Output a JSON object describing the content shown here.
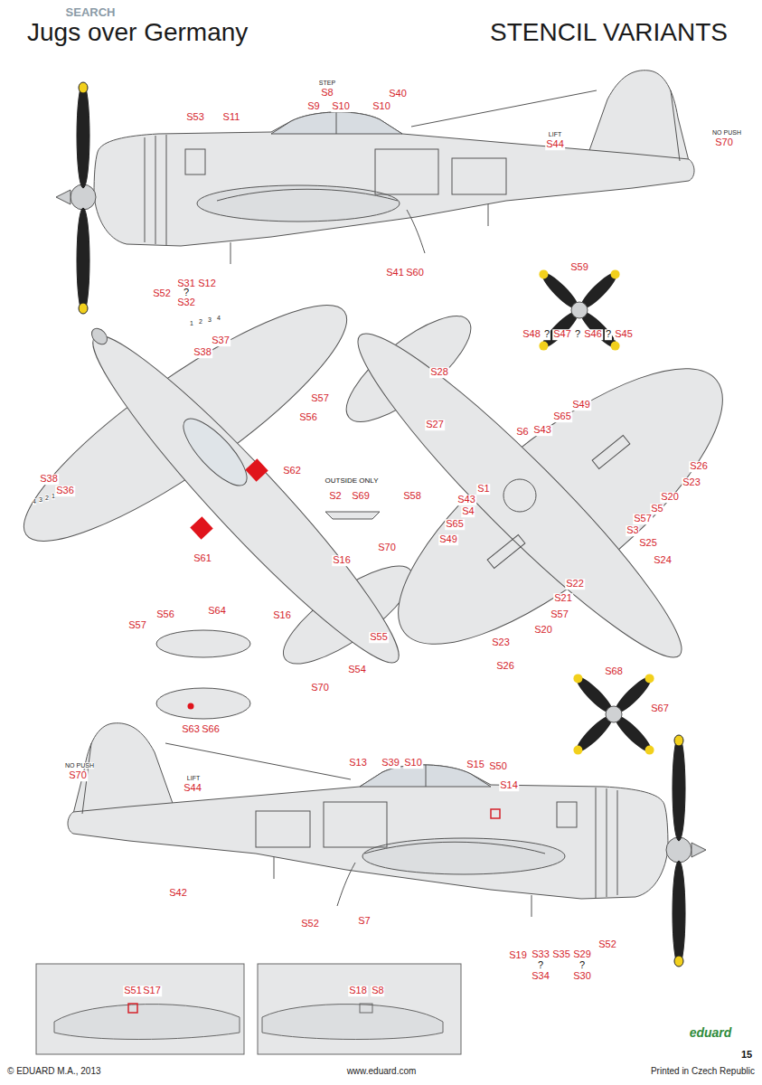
{
  "diagram": {
    "title": "STENCIL VARIANTS",
    "labels": [
      "Jugs over Germany",
      "SEARCH",
      "STEP",
      "S8",
      "S9",
      "S10",
      "S10",
      "S40",
      "S53",
      "S11",
      "LIFT",
      "S44",
      "NO PUSH",
      "S70",
      "S41",
      "S60",
      "S31",
      "?",
      "S32",
      "S12",
      "S52",
      "S59",
      "S48",
      "?",
      "S47",
      "?",
      "S46",
      "?",
      "S45",
      "1",
      "2",
      "3",
      "4",
      "S37",
      "S38",
      "S57",
      "S56",
      "S62",
      "OUTSIDE ONLY",
      "S2",
      "S69",
      "S58",
      "4",
      "3",
      "2",
      "1",
      "S38",
      "S36",
      "S61",
      "S56",
      "S57",
      "S16",
      "S70",
      "S16",
      "S55",
      "S54",
      "S70",
      "S64",
      "S63",
      "S66",
      "S28",
      "S27",
      "S49",
      "S65",
      "S6",
      "S43",
      "S26",
      "S23",
      "S20",
      "S5",
      "S57",
      "S3",
      "S25",
      "S1",
      "S43",
      "S4",
      "S65",
      "S49",
      "S24",
      "S22",
      "S21",
      "S57",
      "S20",
      "S23",
      "S26",
      "S68",
      "S67",
      "S13",
      "S39",
      "S10",
      "S15",
      "S50",
      "S14",
      "NO PUSH",
      "S70",
      "LIFT",
      "S44",
      "S42",
      "S52",
      "S7",
      "S19",
      "S33",
      "?",
      "S34",
      "S35",
      "S29",
      "?",
      "S30",
      "S52",
      "S51",
      "S17",
      "S18",
      "S8",
      "eduard",
      "15",
      "© EDUARD M.A., 2013",
      "www.eduard.com",
      "Printed in Czech Republic"
    ]
  }
}
